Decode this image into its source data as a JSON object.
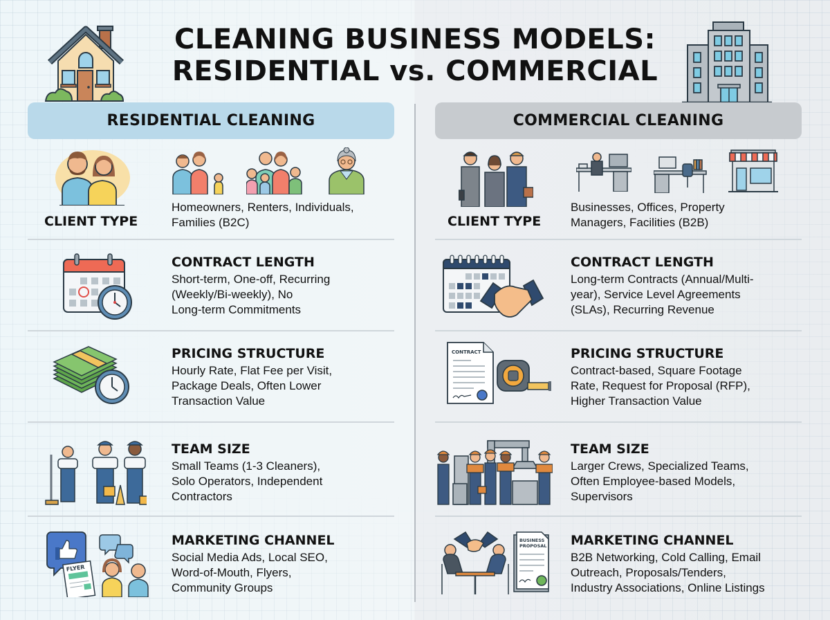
{
  "title": {
    "line1": "CLEANING BUSINESS MODELS:",
    "line2": "RESIDENTIAL vs. COMMERCIAL"
  },
  "icons": {
    "left_header": "house-icon",
    "right_header": "office-building-icon"
  },
  "colors": {
    "residential_banner": "#b9d9ea",
    "commercial_banner": "#c7cbcf",
    "divider": "#b6bcc2"
  },
  "residential": {
    "banner": "RESIDENTIAL CLEANING",
    "client_type": {
      "label": "CLIENT TYPE",
      "body": "Homeowners, Renters, Individuals,\nFamilies (B2C)",
      "icons": [
        "couple-icon",
        "family-icon",
        "large-family-icon",
        "elderly-woman-icon"
      ]
    },
    "contract_length": {
      "label": "CONTRACT LENGTH",
      "body": "Short-term, One-off, Recurring\n(Weekly/Bi-weekly), No\nLong-term Commitments",
      "icon": "calendar-clock-icon"
    },
    "pricing_structure": {
      "label": "PRICING STRUCTURE",
      "body": "Hourly Rate, Flat Fee per Visit,\nPackage Deals, Often Lower\nTransaction Value",
      "icon": "cash-stack-clock-icon"
    },
    "team_size": {
      "label": "TEAM SIZE",
      "body": "Small Teams (1-3 Cleaners),\nSolo Operators, Independent\nContractors",
      "icon": "cleaners-team-icon"
    },
    "marketing_channel": {
      "label": "MARKETING CHANNEL",
      "body": "Social Media Ads, Local SEO,\nWord-of-Mouth, Flyers,\nCommunity Groups",
      "icon": "social-flyer-chat-icon",
      "flyer_text": "FLYER"
    }
  },
  "commercial": {
    "banner": "COMMERCIAL CLEANING",
    "client_type": {
      "label": "CLIENT TYPE",
      "body": "Businesses, Offices, Property\nManagers, Facilities (B2B)",
      "icons": [
        "business-people-icon",
        "office-desk-worker-icon",
        "office-desk-icon",
        "storefront-icon"
      ]
    },
    "contract_length": {
      "label": "CONTRACT LENGTH",
      "body": "Long-term Contracts (Annual/Multi-\nyear), Service Level Agreements\n(SLAs), Recurring Revenue",
      "icon": "calendar-handshake-icon"
    },
    "pricing_structure": {
      "label": "PRICING STRUCTURE",
      "body": "Contract-based, Square Footage\nRate, Request for Proposal (RFP),\nHigher Transaction Value",
      "icon": "contract-tape-measure-icon",
      "contract_text": "CONTRACT"
    },
    "team_size": {
      "label": "TEAM SIZE",
      "body": "Larger Crews, Specialized Teams,\nOften Employee-based Models,\nSupervisors",
      "icon": "industrial-crew-icon"
    },
    "marketing_channel": {
      "label": "MARKETING CHANNEL",
      "body": "B2B Networking, Cold Calling, Email\nOutreach, Proposals/Tenders,\nIndustry Associations, Online Listings",
      "icon": "business-meeting-proposal-icon",
      "proposal_text_1": "BUSINESS",
      "proposal_text_2": "PROPOSAL"
    }
  }
}
